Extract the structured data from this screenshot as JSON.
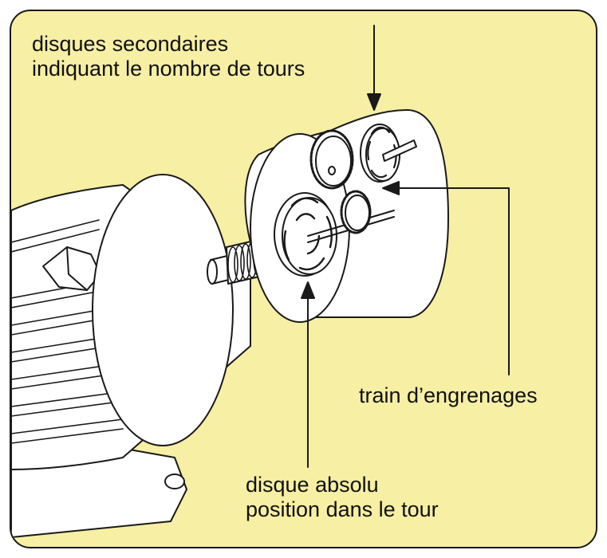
{
  "labels": {
    "secondary_line1": "disques secondaires",
    "secondary_line2": "indiquant le nombre de tours",
    "gear_train": "train d’engrenages",
    "absolute_line1": "disque absolu",
    "absolute_line2": "position dans le tour"
  },
  "colors": {
    "background": "#f6efa4",
    "outline": "#1a1a1a",
    "body": "#ffffff"
  }
}
